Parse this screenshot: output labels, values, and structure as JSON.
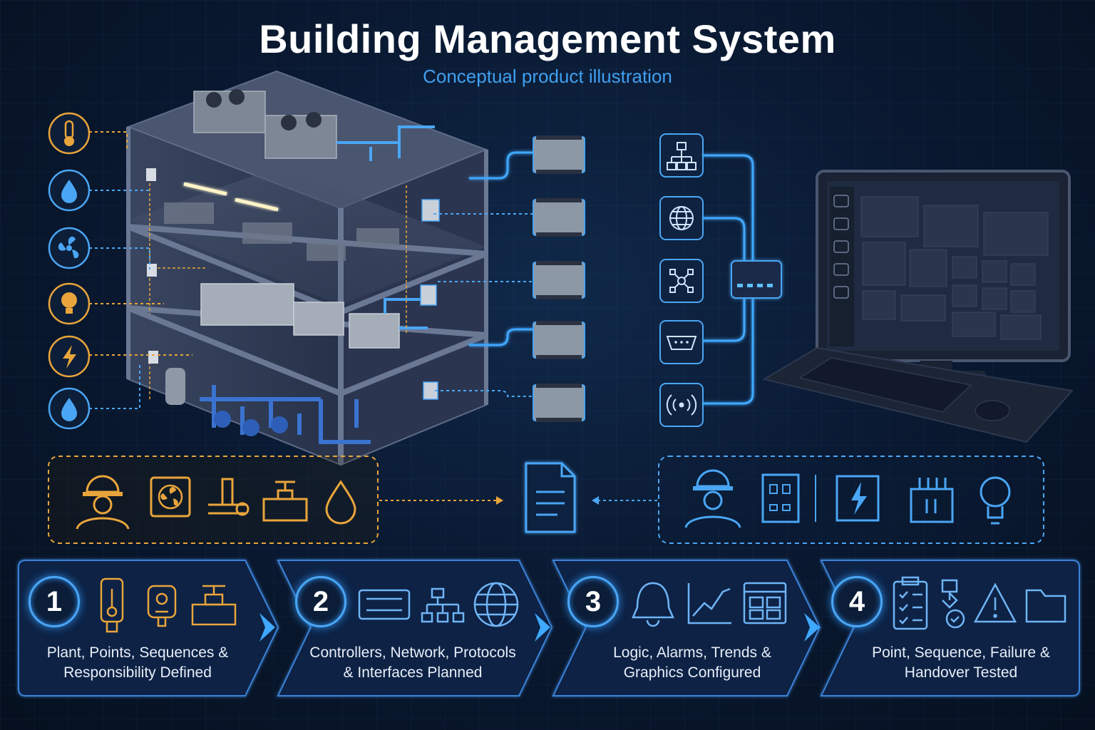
{
  "header": {
    "title": "Building Management System",
    "subtitle": "Conceptual product illustration"
  },
  "sensors": [
    {
      "icon": "thermometer-icon",
      "color": "#e9a53b"
    },
    {
      "icon": "water-drop-icon",
      "color": "#4aa6f5"
    },
    {
      "icon": "fan-icon",
      "color": "#4aa6f5"
    },
    {
      "icon": "light-bulb-icon",
      "color": "#e9a53b"
    },
    {
      "icon": "lightning-icon",
      "color": "#e9a53b"
    },
    {
      "icon": "water-drop-icon",
      "color": "#4aa6f5"
    }
  ],
  "protocols": [
    {
      "icon": "hierarchy-icon"
    },
    {
      "icon": "globe-icon"
    },
    {
      "icon": "network-nodes-icon"
    },
    {
      "icon": "serial-port-icon"
    },
    {
      "icon": "wireless-icon"
    }
  ],
  "responsibility": {
    "left_icons": [
      "engineer-icon",
      "fan-unit-icon",
      "pipe-sensor-icon",
      "valve-icon",
      "water-drop-icon"
    ],
    "center_icon": "document-icon",
    "right_icons": [
      "engineer-icon",
      "control-panel-icon",
      "electrical-panel-icon",
      "switchgear-icon",
      "light-bulb-icon"
    ]
  },
  "steps": [
    {
      "number": "1",
      "text": "Plant, Points, Sequences &\nResponsibility Defined",
      "icons": [
        "thermostat-icon",
        "sensor-icon",
        "valve-icon"
      ]
    },
    {
      "number": "2",
      "text": "Controllers, Network, Protocols\n& Interfaces Planned",
      "icons": [
        "controller-icon",
        "hierarchy-icon",
        "globe-icon"
      ]
    },
    {
      "number": "3",
      "text": "Logic, Alarms, Trends &\nGraphics Configured",
      "icons": [
        "bell-icon",
        "trend-chart-icon",
        "dashboard-icon"
      ]
    },
    {
      "number": "4",
      "text": "Point, Sequence, Failure &\nHandover Tested",
      "icons": [
        "checklist-icon",
        "flow-check-icon",
        "warning-icon",
        "folder-icon"
      ]
    }
  ],
  "colors": {
    "accent": "#4aa6f5",
    "amber": "#e9a53b",
    "background": "#0a1a33"
  }
}
